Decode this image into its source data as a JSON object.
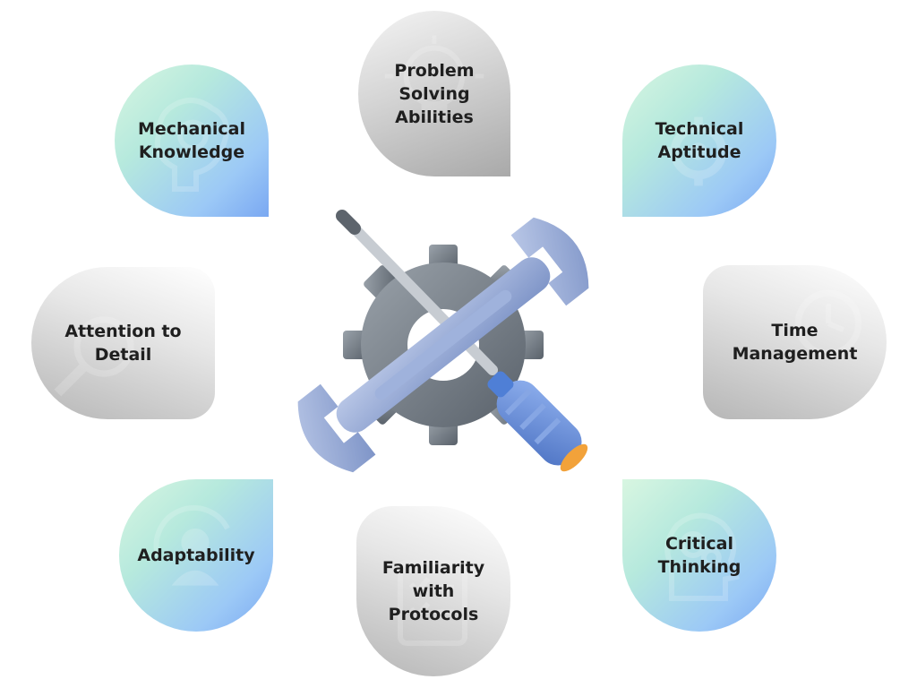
{
  "diagram": {
    "center_icon": "gear-wrench-screwdriver-icon",
    "skills": [
      {
        "id": "problem-solving",
        "label": "Problem\nSolving\nAbilities",
        "style": "silver",
        "icon": "lightbulb-icon"
      },
      {
        "id": "mechanical-knowledge",
        "label": "Mechanical\nKnowledge",
        "style": "mint",
        "icon": "brain-gear-icon"
      },
      {
        "id": "technical-aptitude",
        "label": "Technical\nAptitude",
        "style": "mint",
        "icon": "gear-icon"
      },
      {
        "id": "attention-to-detail",
        "label": "Attention to\nDetail",
        "style": "silver",
        "icon": "magnifier-icon"
      },
      {
        "id": "time-management",
        "label": "Time\nManagement",
        "style": "silver",
        "icon": "clock-gear-icon"
      },
      {
        "id": "adaptability",
        "label": "Adaptability",
        "style": "mint",
        "icon": "person-cycle-icon"
      },
      {
        "id": "familiarity-protocols",
        "label": "Familiarity\nwith\nProtocols",
        "style": "silver",
        "icon": "checklist-icon"
      },
      {
        "id": "critical-thinking",
        "label": "Critical\nThinking",
        "style": "mint",
        "icon": "head-gears-icon"
      }
    ],
    "colors": {
      "mint_start": "#d8f6e1",
      "mint_end": "#7aa8f2",
      "silver_start": "#f4f4f4",
      "silver_end": "#a9a9a9",
      "tool_blue": "#8ea6d6",
      "gear_gray": "#6f7780",
      "handle_blue": "#4f7fd6",
      "handle_tip": "#f2a23a"
    }
  }
}
